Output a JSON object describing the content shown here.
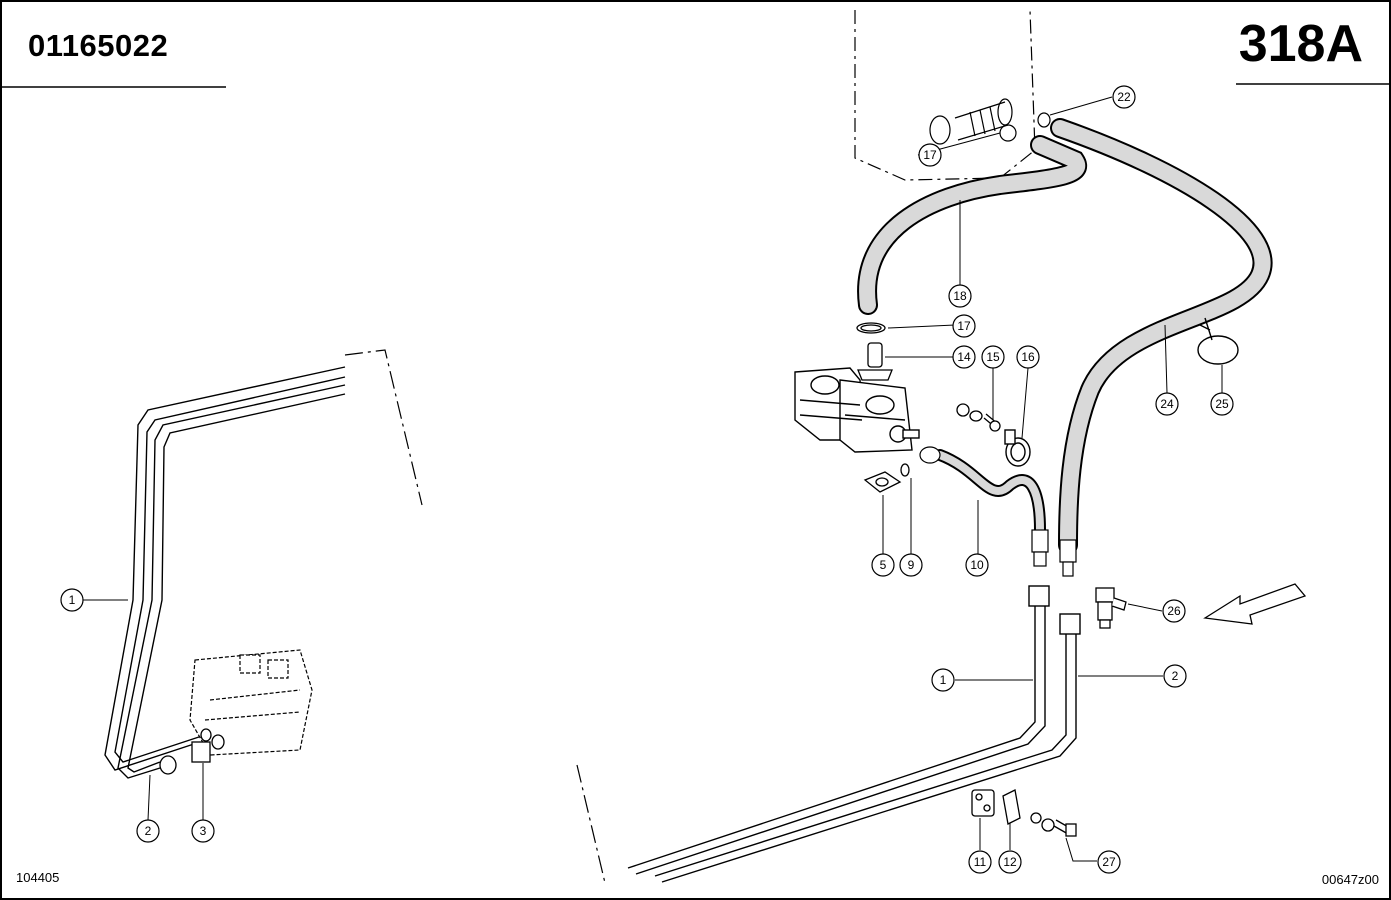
{
  "header": {
    "part_number": "01165022",
    "page_code": "318A"
  },
  "footer": {
    "left_ref": "104405",
    "right_ref": "00647z00"
  },
  "callouts": {
    "c1a": "1",
    "c2a": "2",
    "c3": "3",
    "c5": "5",
    "c9": "9",
    "c10": "10",
    "c11": "11",
    "c12": "12",
    "c14": "14",
    "c15": "15",
    "c16": "16",
    "c17a": "17",
    "c17b": "17",
    "c18": "18",
    "c22": "22",
    "c24": "24",
    "c25": "25",
    "c26": "26",
    "c27": "27",
    "c1b": "1",
    "c2b": "2"
  },
  "colors": {
    "ink": "#000000",
    "hose_fill": "#d9d9d9",
    "paper": "#ffffff"
  }
}
